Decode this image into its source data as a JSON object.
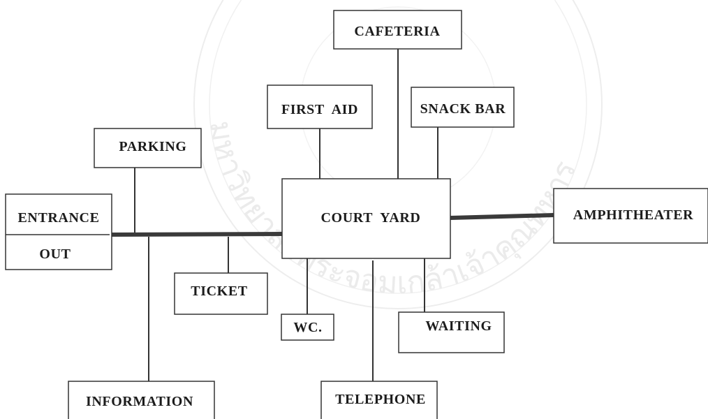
{
  "diagram": {
    "nodes": {
      "cafeteria": "CAFETERIA",
      "first_aid": "FIRST  AID",
      "snack_bar": "SNACK BAR",
      "parking": "PARKING",
      "entrance": "ENTRANCE",
      "out": "OUT",
      "court_yard": "COURT  YARD",
      "amphitheater": "AMPHITHEATER",
      "ticket": "TICKET",
      "wc": "WC.",
      "waiting": "WAITING",
      "information": "INFORMATION",
      "telephone": "TELEPHONE"
    },
    "connections": [
      [
        "entrance",
        "court_yard",
        "major"
      ],
      [
        "court_yard",
        "amphitheater",
        "major"
      ],
      [
        "parking",
        "entrance",
        "minor"
      ],
      [
        "ticket",
        "entrance",
        "minor"
      ],
      [
        "information",
        "entrance",
        "minor"
      ],
      [
        "first_aid",
        "court_yard",
        "minor"
      ],
      [
        "cafeteria",
        "court_yard",
        "minor"
      ],
      [
        "snack_bar",
        "court_yard",
        "minor"
      ],
      [
        "wc",
        "court_yard",
        "minor"
      ],
      [
        "telephone",
        "court_yard",
        "minor"
      ],
      [
        "waiting",
        "court_yard",
        "minor"
      ]
    ]
  },
  "watermark": {
    "text": "มหาวิทยาลัยพระจอมเกล้าเจ้าคุณทหาร",
    "color": "#e9e9e9"
  },
  "colors": {
    "line": "#333333",
    "major_line": "#3a3a3a",
    "text": "#1c1c1c",
    "background": "#ffffff"
  }
}
